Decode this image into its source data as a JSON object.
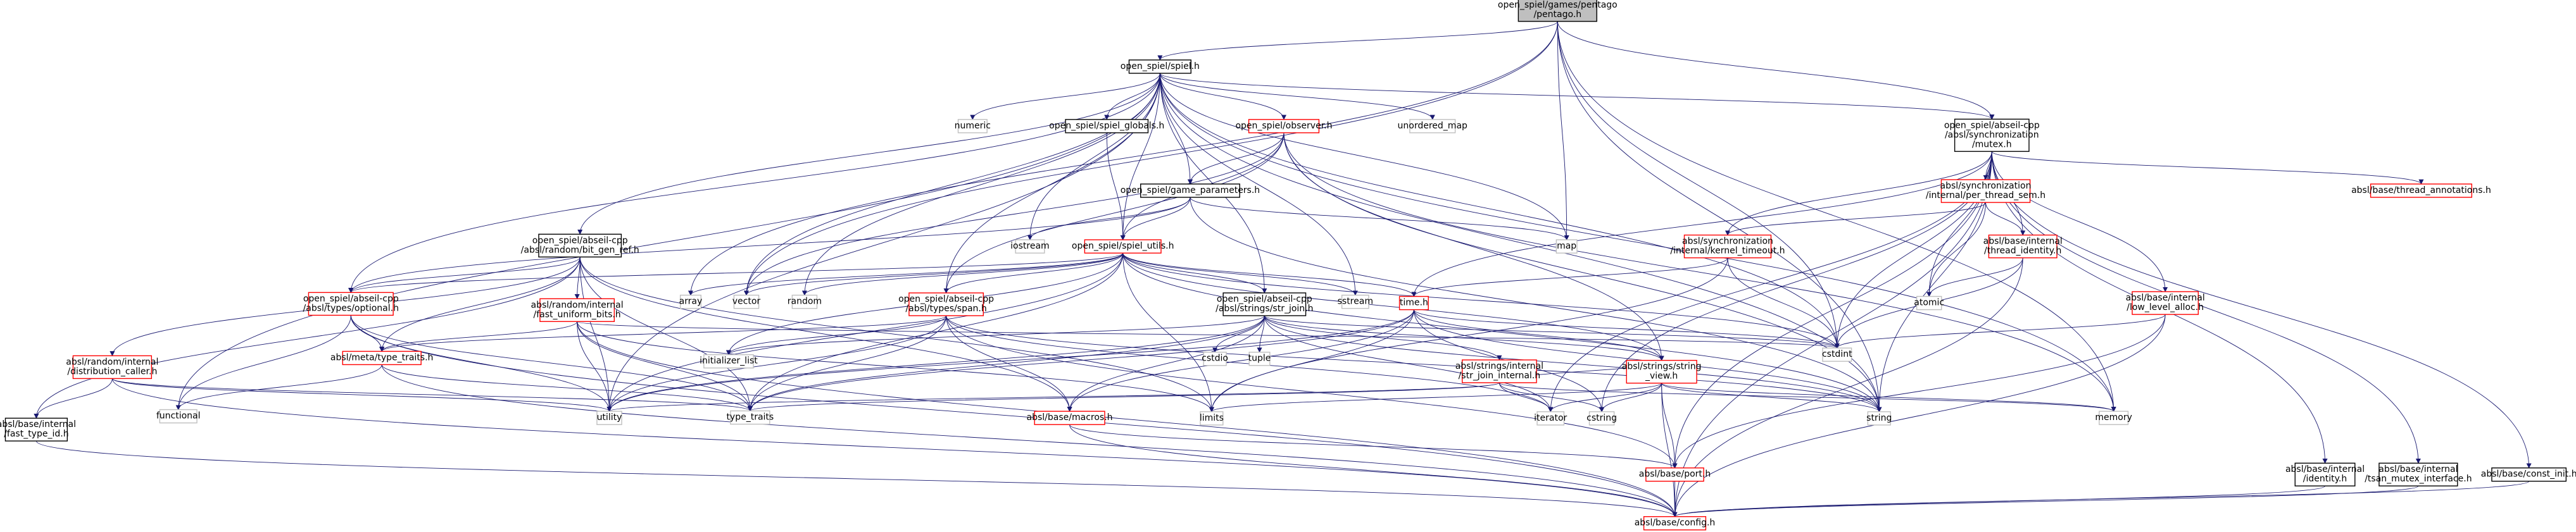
{
  "graph": {
    "colors": {
      "background": "#ffffff",
      "edge": "#191970",
      "border_plain": "#000000",
      "border_link": "#ff0000",
      "border_missing": "#bfbfbf",
      "root_fill": "#bfbfbf"
    },
    "nodes": [
      {
        "id": "root",
        "lines": [
          "open_spiel/games/pentago",
          "/pentago.h"
        ],
        "kind": "root"
      },
      {
        "id": "spiel",
        "lines": [
          "open_spiel/spiel.h"
        ],
        "kind": "plain"
      },
      {
        "id": "mutex",
        "lines": [
          "open_spiel/abseil-cpp",
          "/absl/synchronization",
          "/mutex.h"
        ],
        "kind": "plain"
      },
      {
        "id": "numeric",
        "lines": [
          "numeric"
        ],
        "kind": "missing"
      },
      {
        "id": "spiel_globals",
        "lines": [
          "open_spiel/spiel_globals.h"
        ],
        "kind": "plain"
      },
      {
        "id": "observer",
        "lines": [
          "open_spiel/observer.h"
        ],
        "kind": "link"
      },
      {
        "id": "unordered_map",
        "lines": [
          "unordered_map"
        ],
        "kind": "missing"
      },
      {
        "id": "game_parameters",
        "lines": [
          "open_spiel/game_parameters.h"
        ],
        "kind": "plain"
      },
      {
        "id": "per_thread_sem",
        "lines": [
          "absl/synchronization",
          "/internal/per_thread_sem.h"
        ],
        "kind": "link"
      },
      {
        "id": "thread_annotations",
        "lines": [
          "absl/base/thread_annotations.h"
        ],
        "kind": "link"
      },
      {
        "id": "iostream",
        "lines": [
          "iostream"
        ],
        "kind": "missing"
      },
      {
        "id": "map",
        "lines": [
          "map"
        ],
        "kind": "missing"
      },
      {
        "id": "kernel_timeout",
        "lines": [
          "absl/synchronization",
          "/internal/kernel_timeout.h"
        ],
        "kind": "link"
      },
      {
        "id": "thread_identity",
        "lines": [
          "absl/base/internal",
          "/thread_identity.h"
        ],
        "kind": "link"
      },
      {
        "id": "bit_gen_ref",
        "lines": [
          "open_spiel/abseil-cpp",
          "/absl/random/bit_gen_ref.h"
        ],
        "kind": "plain"
      },
      {
        "id": "spiel_utils",
        "lines": [
          "open_spiel/spiel_utils.h"
        ],
        "kind": "link"
      },
      {
        "id": "array",
        "lines": [
          "array"
        ],
        "kind": "missing"
      },
      {
        "id": "vector",
        "lines": [
          "vector"
        ],
        "kind": "missing"
      },
      {
        "id": "random",
        "lines": [
          "random"
        ],
        "kind": "missing"
      },
      {
        "id": "sstream",
        "lines": [
          "sstream"
        ],
        "kind": "missing"
      },
      {
        "id": "optional",
        "lines": [
          "open_spiel/abseil-cpp",
          "/absl/types/optional.h"
        ],
        "kind": "link"
      },
      {
        "id": "fast_uniform_bits",
        "lines": [
          "absl/random/internal",
          "/fast_uniform_bits.h"
        ],
        "kind": "link"
      },
      {
        "id": "span",
        "lines": [
          "open_spiel/abseil-cpp",
          "/absl/types/span.h"
        ],
        "kind": "link"
      },
      {
        "id": "str_join",
        "lines": [
          "open_spiel/abseil-cpp",
          "/absl/strings/str_join.h"
        ],
        "kind": "plain"
      },
      {
        "id": "time",
        "lines": [
          "time.h"
        ],
        "kind": "link"
      },
      {
        "id": "low_level_alloc",
        "lines": [
          "absl/base/internal",
          "/low_level_alloc.h"
        ],
        "kind": "link"
      },
      {
        "id": "atomic",
        "lines": [
          "atomic"
        ],
        "kind": "missing"
      },
      {
        "id": "cstdint",
        "lines": [
          "cstdint"
        ],
        "kind": "missing"
      },
      {
        "id": "distribution_caller",
        "lines": [
          "absl/random/internal",
          "/distribution_caller.h"
        ],
        "kind": "link"
      },
      {
        "id": "type_traits_h",
        "lines": [
          "absl/meta/type_traits.h"
        ],
        "kind": "link"
      },
      {
        "id": "initializer_list",
        "lines": [
          "initializer_list"
        ],
        "kind": "missing"
      },
      {
        "id": "cstdio",
        "lines": [
          "cstdio"
        ],
        "kind": "missing"
      },
      {
        "id": "tuple",
        "lines": [
          "tuple"
        ],
        "kind": "missing"
      },
      {
        "id": "str_join_internal",
        "lines": [
          "absl/strings/internal",
          "/str_join_internal.h"
        ],
        "kind": "link"
      },
      {
        "id": "string_view",
        "lines": [
          "absl/strings/string",
          "_view.h"
        ],
        "kind": "link"
      },
      {
        "id": "fast_type_id",
        "lines": [
          "absl/base/internal",
          "/fast_type_id.h"
        ],
        "kind": "plain"
      },
      {
        "id": "functional",
        "lines": [
          "functional"
        ],
        "kind": "missing"
      },
      {
        "id": "utility",
        "lines": [
          "utility"
        ],
        "kind": "missing"
      },
      {
        "id": "type_traits",
        "lines": [
          "type_traits"
        ],
        "kind": "missing"
      },
      {
        "id": "macros",
        "lines": [
          "absl/base/macros.h"
        ],
        "kind": "link"
      },
      {
        "id": "limits",
        "lines": [
          "limits"
        ],
        "kind": "missing"
      },
      {
        "id": "iterator",
        "lines": [
          "iterator"
        ],
        "kind": "missing"
      },
      {
        "id": "cstring",
        "lines": [
          "cstring"
        ],
        "kind": "missing"
      },
      {
        "id": "string",
        "lines": [
          "string"
        ],
        "kind": "missing"
      },
      {
        "id": "memory",
        "lines": [
          "memory"
        ],
        "kind": "missing"
      },
      {
        "id": "port",
        "lines": [
          "absl/base/port.h"
        ],
        "kind": "link"
      },
      {
        "id": "identity",
        "lines": [
          "absl/base/internal",
          "/identity.h"
        ],
        "kind": "plain"
      },
      {
        "id": "tsan_mutex",
        "lines": [
          "absl/base/internal",
          "/tsan_mutex_interface.h"
        ],
        "kind": "plain"
      },
      {
        "id": "const_init",
        "lines": [
          "absl/base/const_init.h"
        ],
        "kind": "plain"
      },
      {
        "id": "config",
        "lines": [
          "absl/base/config.h"
        ],
        "kind": "link"
      }
    ]
  }
}
